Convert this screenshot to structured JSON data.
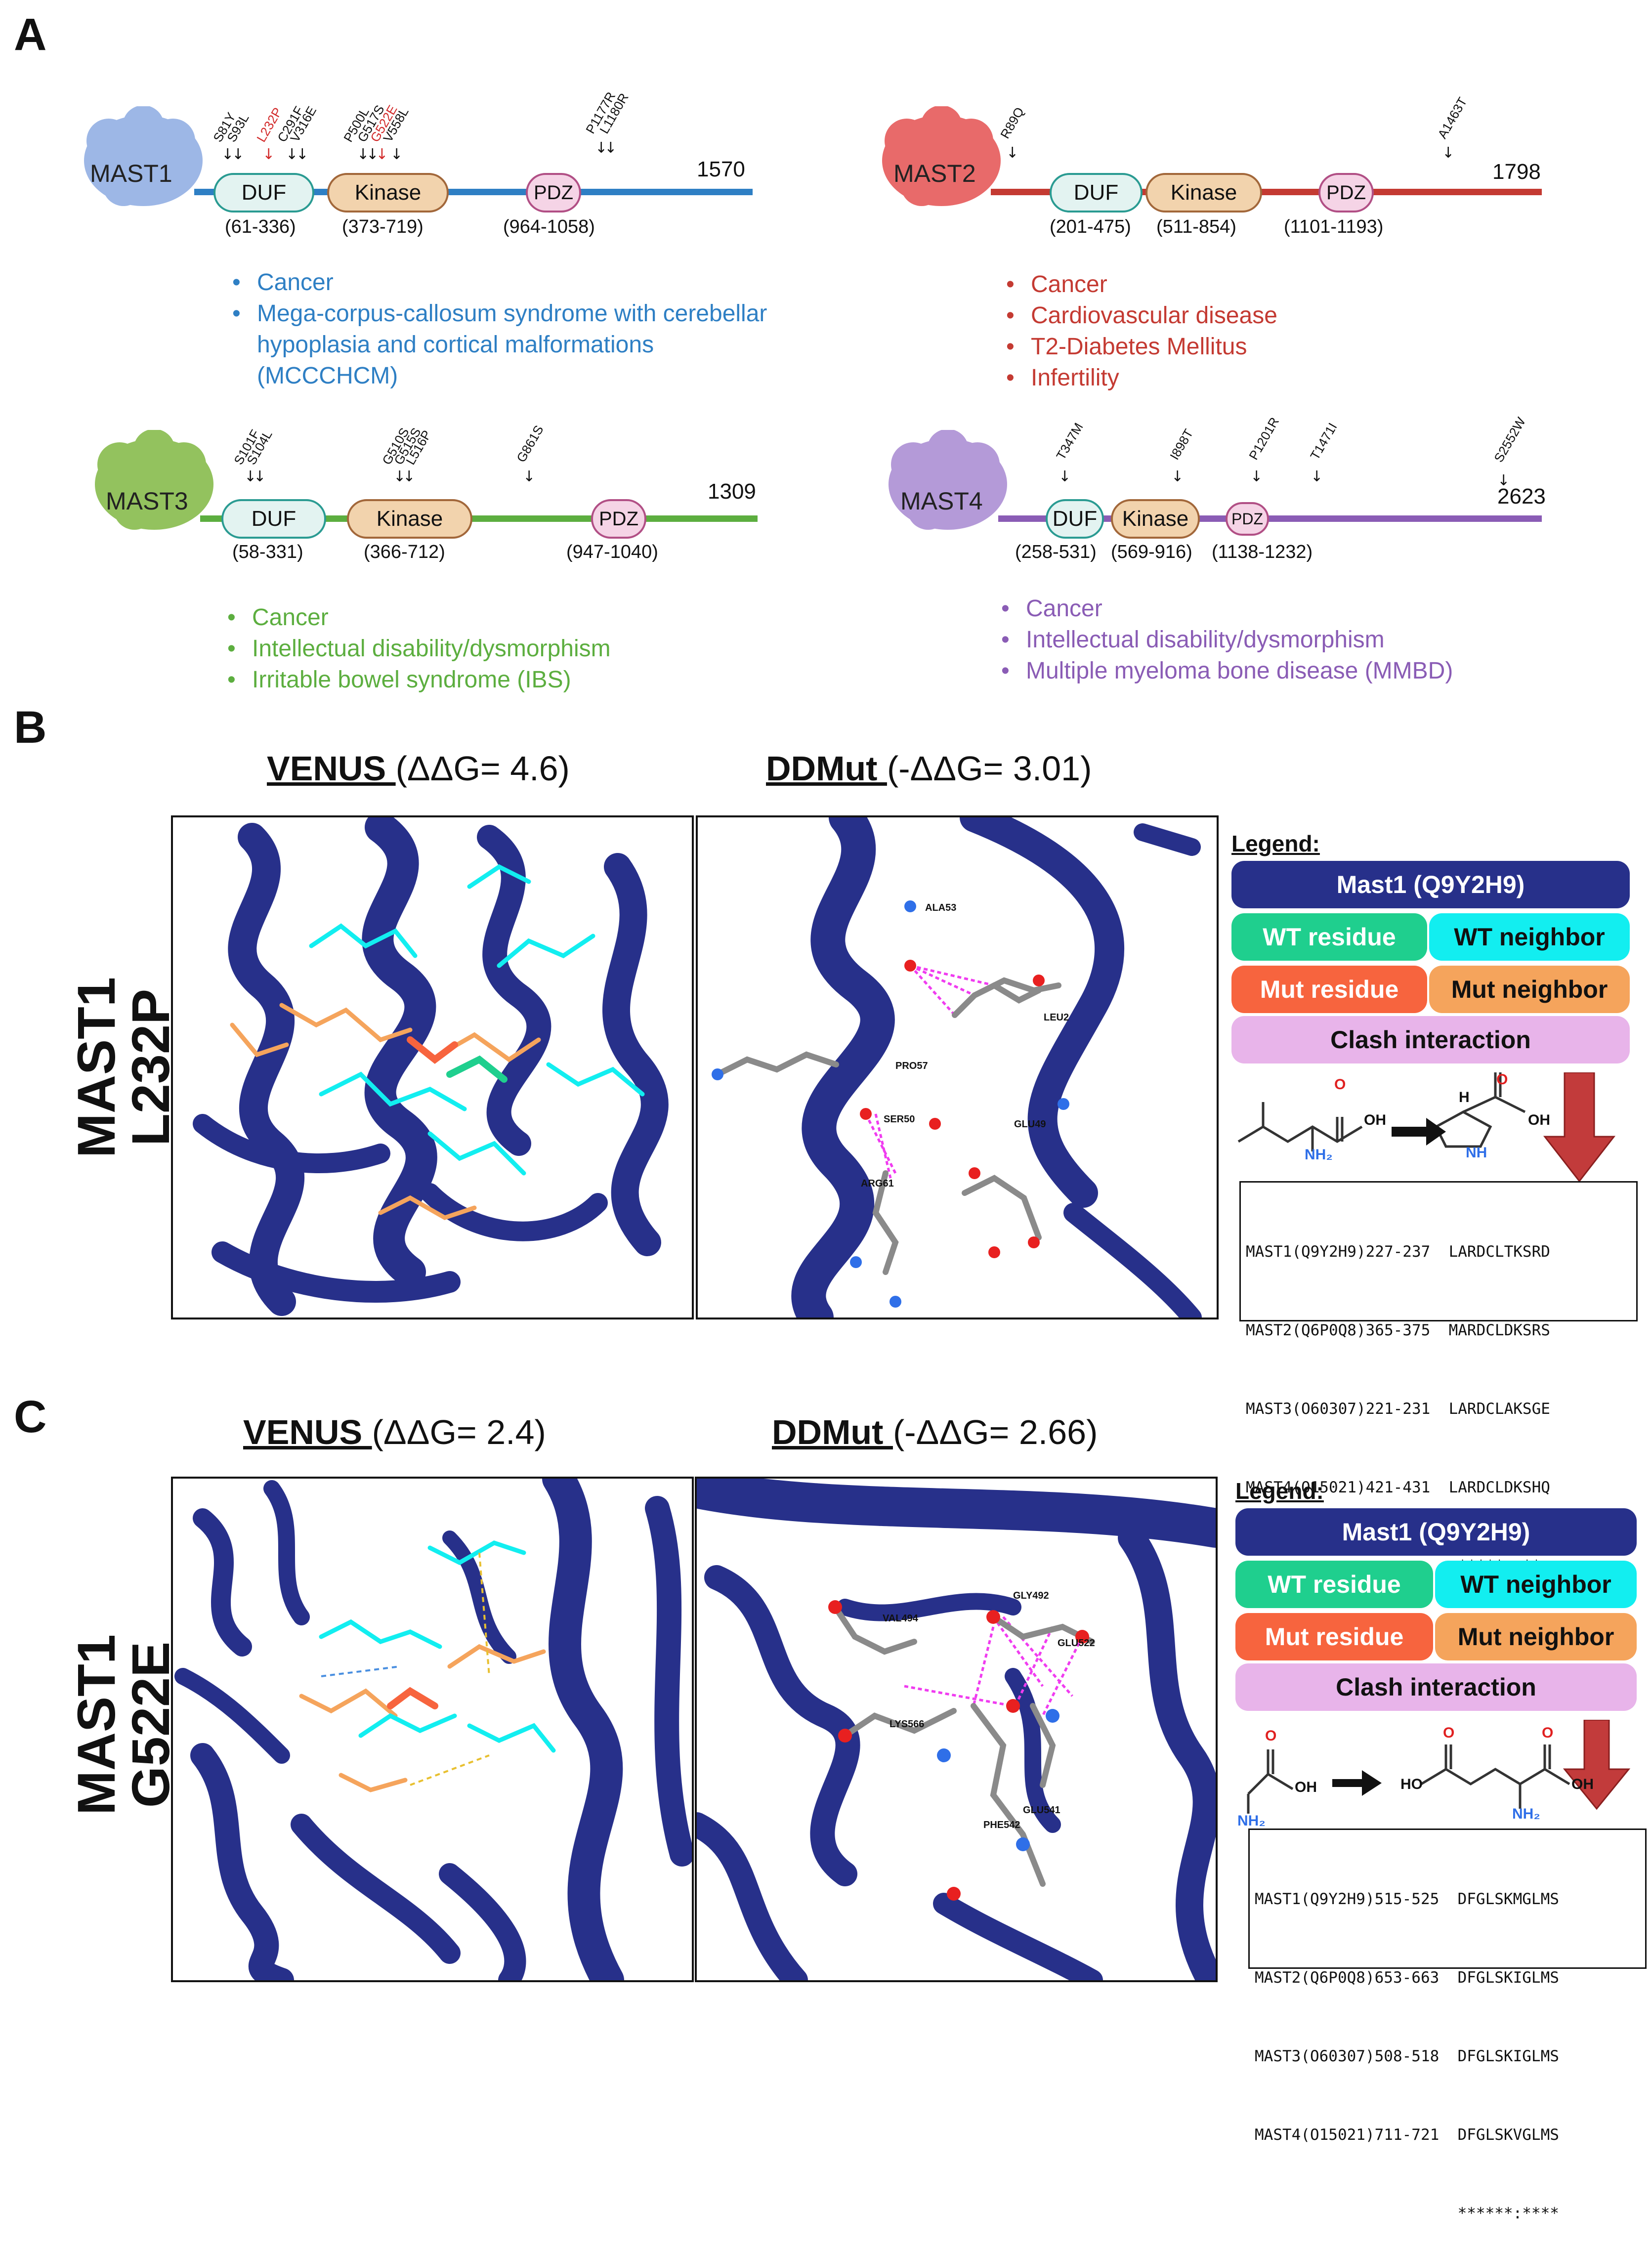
{
  "panels": {
    "a": "A",
    "b": "B",
    "c": "C"
  },
  "mast1": {
    "name": "MAST1",
    "length": "1570",
    "color": "#2e7fc4",
    "domains": [
      {
        "name": "DUF",
        "range": "(61-336)"
      },
      {
        "name": "Kinase",
        "range": "(373-719)"
      },
      {
        "name": "PDZ",
        "range": "(964-1058)"
      }
    ],
    "mutations": [
      "S81Y",
      "S93L",
      "L232P",
      "C291F",
      "V316E",
      "P500L",
      "G517S",
      "G522E",
      "V558L",
      "P1177R",
      "L1180R"
    ],
    "diseases": [
      "Cancer",
      "Mega-corpus-callosum syndrome with cerebellar",
      "hypoplasia and cortical malformations",
      "(MCCCHCM)"
    ]
  },
  "mast2": {
    "name": "MAST2",
    "length": "1798",
    "color": "#c43a32",
    "domains": [
      {
        "name": "DUF",
        "range": "(201-475)"
      },
      {
        "name": "Kinase",
        "range": "(511-854)"
      },
      {
        "name": "PDZ",
        "range": "(1101-1193)"
      }
    ],
    "mutations": [
      "R89Q",
      "A1463T"
    ],
    "diseases": [
      "Cancer",
      "Cardiovascular disease",
      "T2-Diabetes Mellitus",
      "Infertility"
    ]
  },
  "mast3": {
    "name": "MAST3",
    "length": "1309",
    "color": "#5cae3f",
    "domains": [
      {
        "name": "DUF",
        "range": "(58-331)"
      },
      {
        "name": "Kinase",
        "range": "(366-712)"
      },
      {
        "name": "PDZ",
        "range": "(947-1040)"
      }
    ],
    "mutations": [
      "S101F",
      "S104L",
      "G510S",
      "G515S",
      "L516P",
      "G861S"
    ],
    "diseases": [
      "Cancer",
      "Intellectual disability/dysmorphism",
      "Irritable bowel syndrome (IBS)"
    ]
  },
  "mast4": {
    "name": "MAST4",
    "length": "2623",
    "color": "#8a5cb5",
    "domains": [
      {
        "name": "DUF",
        "range": "(258-531)"
      },
      {
        "name": "Kinase",
        "range": "(569-916)"
      },
      {
        "name": "PDZ",
        "range": "(1138-1232)"
      }
    ],
    "mutations": [
      "T347M",
      "I898T",
      "P1201R",
      "T1471I",
      "S2552W"
    ],
    "diseases": [
      "Cancer",
      "Intellectual disability/dysmorphism",
      "Multiple myeloma bone disease (MMBD)"
    ]
  },
  "panel_b": {
    "row_label_1": "MAST1",
    "row_label_2": "L232P",
    "venus_tool": "VENUS ",
    "venus_value": "(ΔΔG= 4.6)",
    "ddmut_tool": "DDMut ",
    "ddmut_value": "(-ΔΔG= 3.01)",
    "residues": [
      "ALA53",
      "LEU2",
      "PRO57",
      "SER50",
      "GLU49",
      "ARG61"
    ],
    "legend": {
      "title": "Legend:",
      "protein": "Mast1 (Q9Y2H9)",
      "wt_residue": "WT residue",
      "wt_neighbor": "WT neighbor",
      "mut_residue": "Mut residue",
      "mut_neighbor": "Mut neighbor",
      "clash": "Clash interaction"
    },
    "chem": {
      "oh1": "OH",
      "nh1": "NH₂",
      "h": "H",
      "oh2": "OH",
      "nh2": "NH",
      "o1": "O",
      "o2": "O"
    },
    "alignment": [
      "MAST1(Q9Y2H9)227-237  LARDCLTKSRD",
      "MAST2(Q6P0Q8)365-375  MARDCLDKSRS",
      "MAST3(O60307)221-231  LARDCLAKSGE",
      "MAST4(O15021)421-431  LARDCLDKSHQ",
      "                      :*****  **  ."
    ]
  },
  "panel_c": {
    "row_label_1": "MAST1",
    "row_label_2": "G522E",
    "venus_tool": "VENUS ",
    "venus_value": "(ΔΔG= 2.4)",
    "ddmut_tool": "DDMut ",
    "ddmut_value": "(-ΔΔG= 2.66)",
    "residues": [
      "VAL494",
      "GLY492",
      "GLU522",
      "LYS566",
      "GLU541",
      "PHE542"
    ],
    "legend": {
      "title": "Legend:",
      "protein": "Mast1 (Q9Y2H9)",
      "wt_residue": "WT residue",
      "wt_neighbor": "WT neighbor",
      "mut_residue": "Mut residue",
      "mut_neighbor": "Mut neighbor",
      "clash": "Clash interaction"
    },
    "chem": {
      "oh1": "OH",
      "nh1": "NH₂",
      "ho": "HO",
      "oh2": "OH",
      "nh2": "NH₂",
      "o1": "O",
      "o2": "O",
      "o3": "O"
    },
    "alignment": [
      "MAST1(Q9Y2H9)515-525  DFGLSKMGLMS",
      "MAST2(Q6P0Q8)653-663  DFGLSKIGLMS",
      "MAST3(O60307)508-518  DFGLSKIGLMS",
      "MAST4(O15021)711-721  DFGLSKVGLMS",
      "                      ******:****"
    ]
  },
  "colors": {
    "ribbon": "#27308a",
    "wt_residue": "#1fcf8e",
    "wt_neighbor": "#12eef0",
    "mut_residue": "#f7643e",
    "mut_neighbor": "#f5a45c",
    "clash": "#e8b4ea",
    "protein_box": "#27308a",
    "highlight_mut": "#d22a2a"
  }
}
